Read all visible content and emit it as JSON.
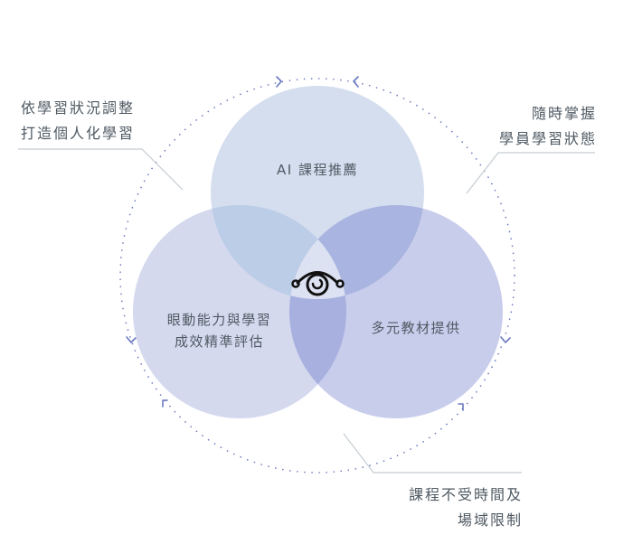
{
  "diagram": {
    "type": "venn",
    "center_icon": "eye-icon",
    "circles": [
      {
        "id": "top",
        "lines": [
          "AI 課程推薦"
        ],
        "color": "#d5deef"
      },
      {
        "id": "left",
        "lines": [
          "眼動能力與學習",
          "成效精準評估"
        ],
        "color": "#d4d9ee"
      },
      {
        "id": "right",
        "lines": [
          "多元教材提供"
        ],
        "color": "#c9cdec"
      }
    ],
    "overlaps": {
      "top_left": "#bccde8",
      "top_right": "#a9b5e0",
      "left_right": "#a8b0df",
      "center": "#dde2f2"
    },
    "callouts": [
      {
        "id": "top-left",
        "lines": [
          "依學習狀況調整",
          "打造個人化學習"
        ]
      },
      {
        "id": "top-right",
        "lines": [
          "隨時掌握",
          "學員學習狀態"
        ]
      },
      {
        "id": "bottom-right",
        "lines": [
          "課程不受時間及",
          "場域限制"
        ]
      }
    ],
    "cycle_color": "#6a78c0",
    "leader_color": "#c5ccd2"
  }
}
